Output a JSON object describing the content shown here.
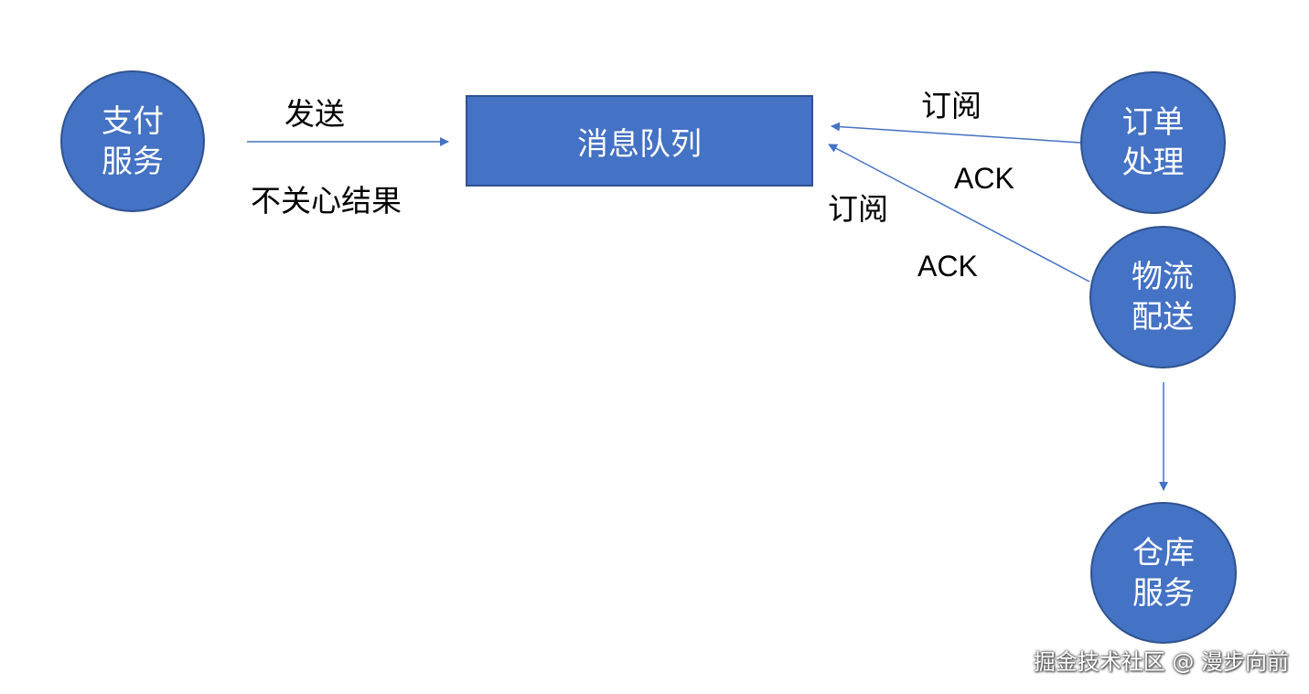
{
  "nodes": {
    "payment_service": {
      "line1": "支付",
      "line2": "服务"
    },
    "message_queue": {
      "label": "消息队列"
    },
    "order_processing": {
      "line1": "订单",
      "line2": "处理"
    },
    "logistics_delivery": {
      "line1": "物流",
      "line2": "配送"
    },
    "warehouse_service": {
      "line1": "仓库",
      "line2": "服务"
    }
  },
  "labels": {
    "send": "发送",
    "dont_care_result": "不关心结果",
    "subscribe_order": "订阅",
    "ack_order": "ACK",
    "subscribe_logistics": "订阅",
    "ack_logistics": "ACK"
  },
  "watermark": "掘金技术社区 @ 漫步向前",
  "colors": {
    "node_fill": "#4472c4",
    "node_border": "#2f528f",
    "arrow": "#4472c4"
  }
}
